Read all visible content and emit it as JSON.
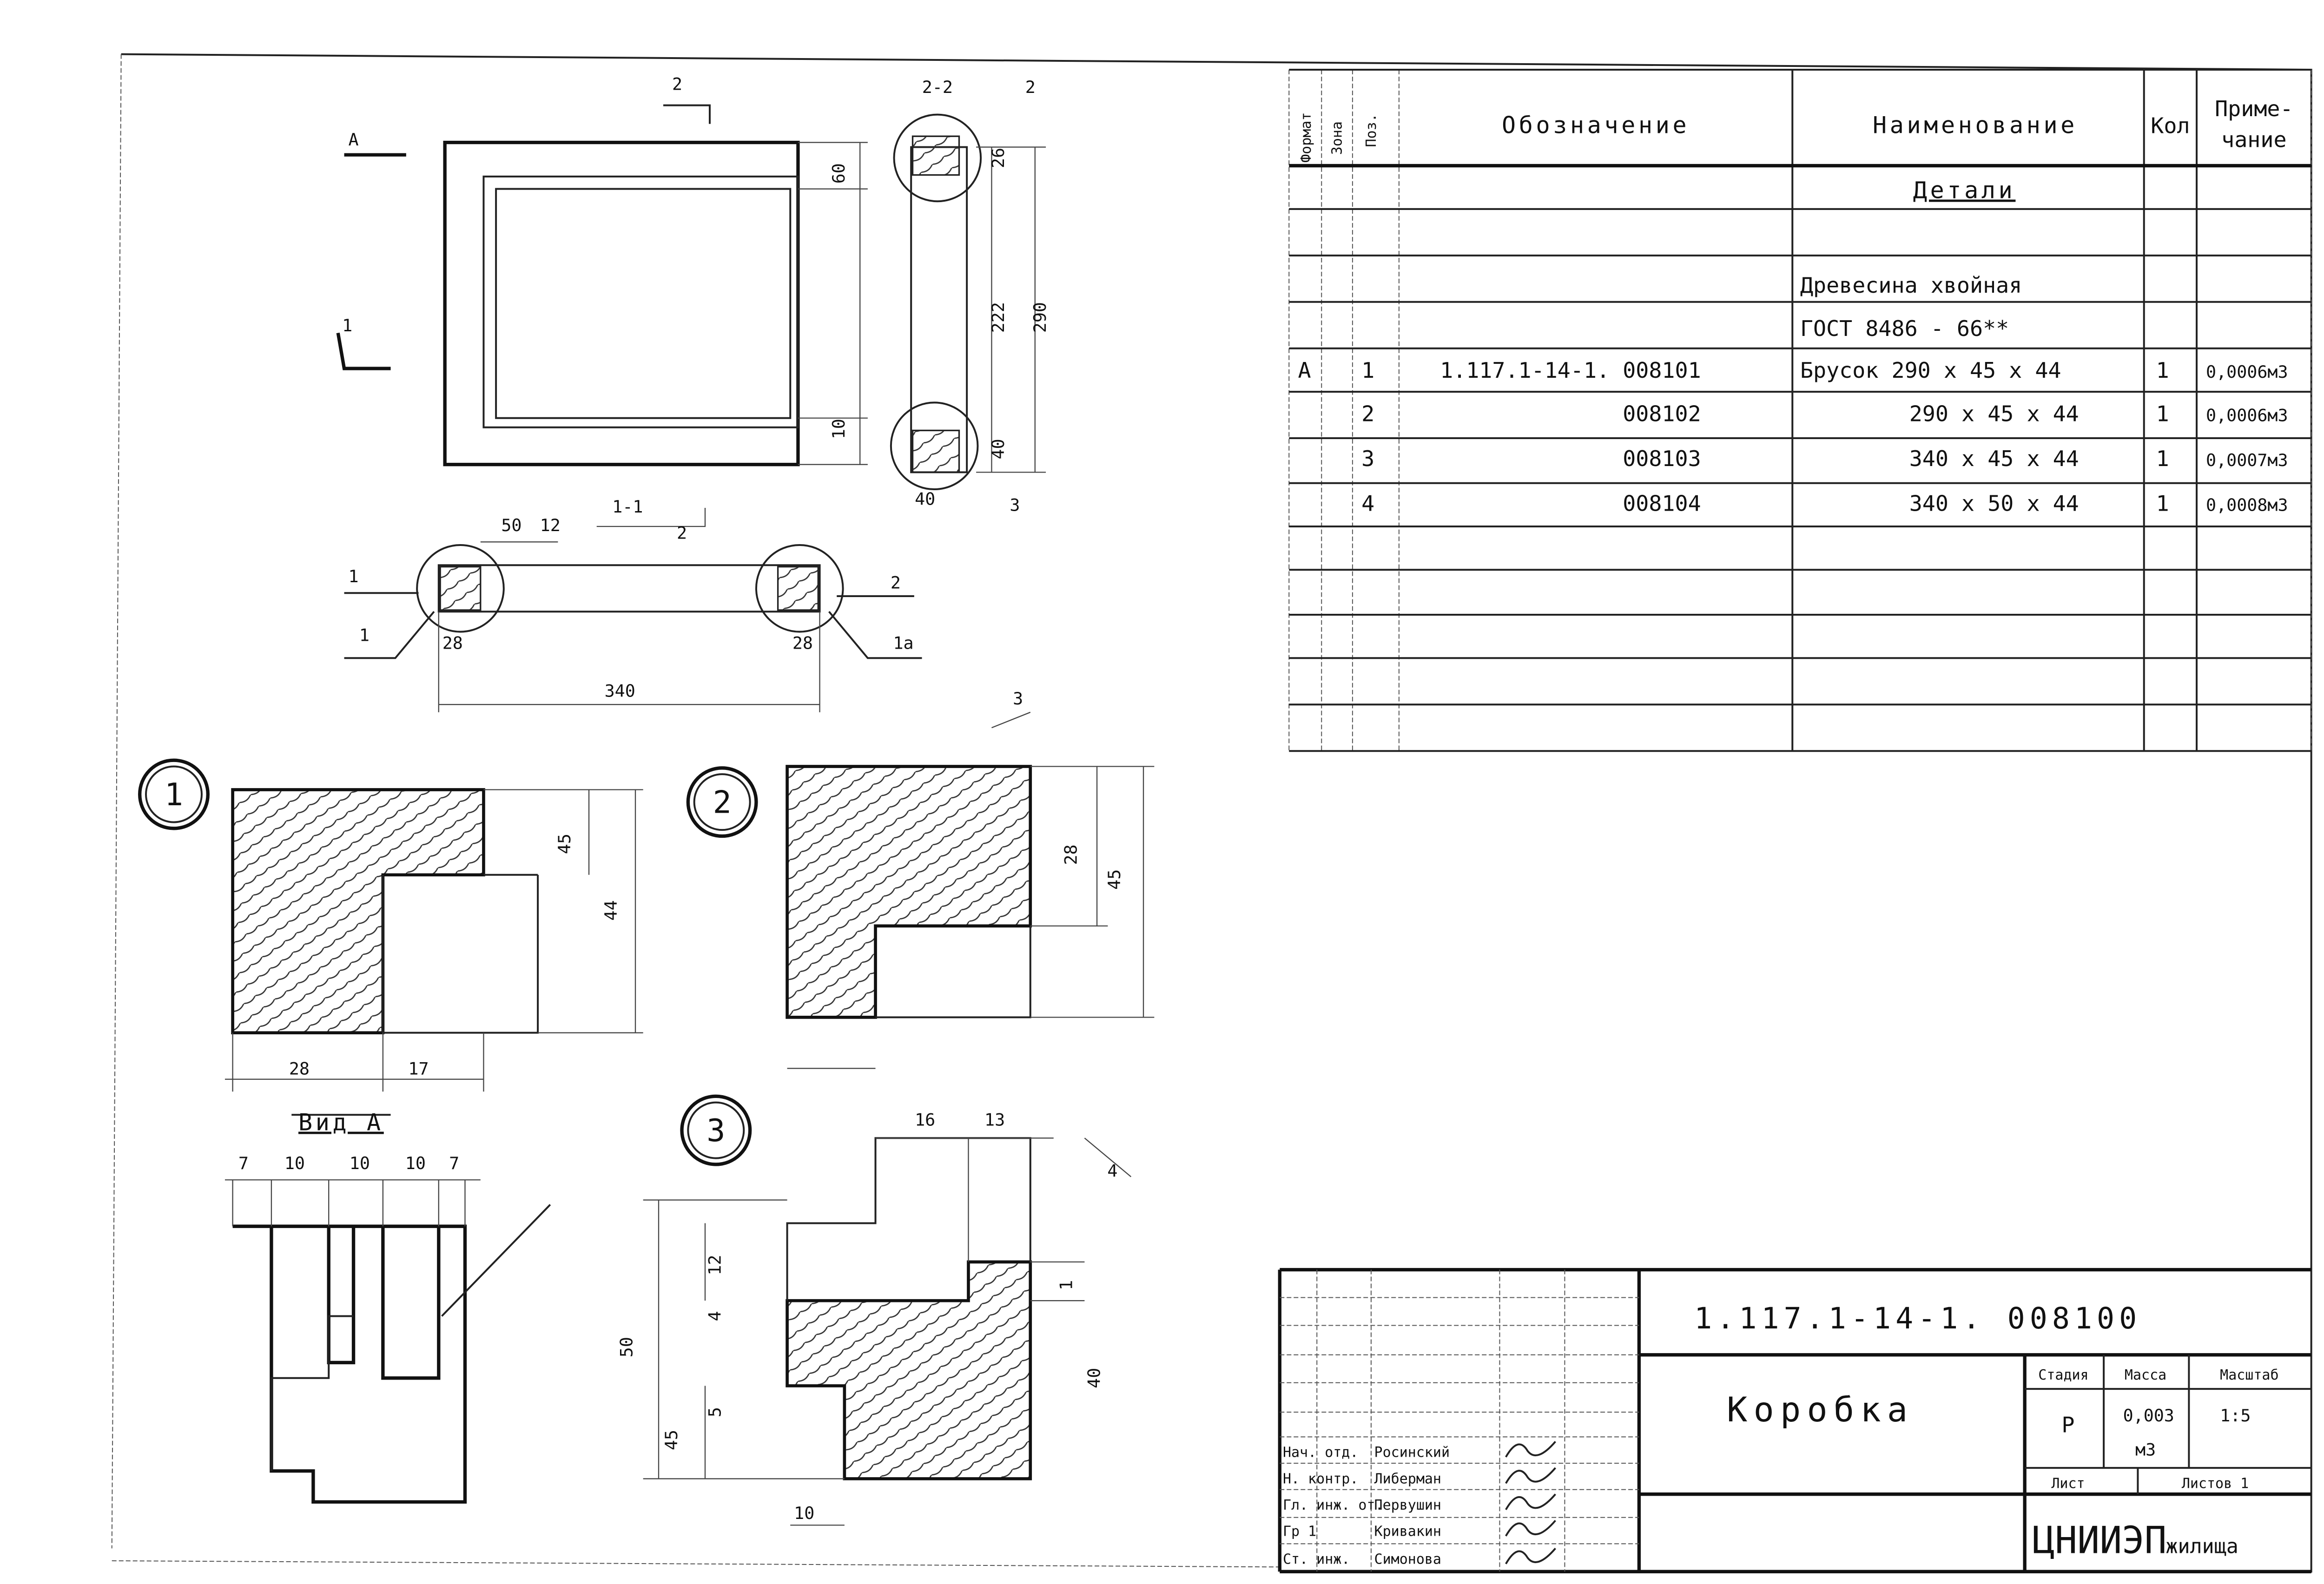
{
  "spec_table": {
    "headers": {
      "format": "Формат",
      "zone": "Зона",
      "pos": "Поз.",
      "designation": "Обозначение",
      "name": "Наименование",
      "qty": "Кол",
      "note_1": "Приме-",
      "note_2": "чание"
    },
    "section_title": "Детали",
    "material_1": "Древесина хвойная",
    "material_2": "ГОСТ 8486 - 66**",
    "rows": [
      {
        "format": "А",
        "pos": "1",
        "designation": "1.117.1-14-1. 008101",
        "name": "Брусок  290 x 45 x 44",
        "qty": "1",
        "note": "0,0006м3"
      },
      {
        "format": "",
        "pos": "2",
        "designation": "008102",
        "name": "290 x 45 x 44",
        "qty": "1",
        "note": "0,0006м3"
      },
      {
        "format": "",
        "pos": "3",
        "designation": "008103",
        "name": "340 x 45 x 44",
        "qty": "1",
        "note": "0,0007м3"
      },
      {
        "format": "",
        "pos": "4",
        "designation": "008104",
        "name": "340 x 50 x 44",
        "qty": "1",
        "note": "0,0008м3"
      }
    ]
  },
  "title_block": {
    "document_code": "1.117.1-14-1. 008100",
    "title": "Коробка",
    "stage_label": "Стадия",
    "mass_label": "Масса",
    "scale_label": "Масштаб",
    "stage": "Р",
    "mass": "0,003",
    "mass_unit": "м3",
    "scale": "1:5",
    "sheet_label": "Лист",
    "sheets_label": "Листов 1",
    "organization": "ЦНИИЭП",
    "organization_suffix": "жилища",
    "signatures": [
      {
        "role": "Нач. отд.",
        "name": "Росинский"
      },
      {
        "role": "Н. контр.",
        "name": "Либерман"
      },
      {
        "role": "Гл. инж. от.",
        "name": "Первушин"
      },
      {
        "role": "Гр 1",
        "name": "Кривакин"
      },
      {
        "role": "Ст. инж.",
        "name": "Симонова"
      }
    ]
  },
  "drawing": {
    "view_a_title": "Вид А",
    "detail_callouts": [
      "1",
      "2",
      "3"
    ],
    "labels": [
      "2",
      "А",
      "60",
      "10",
      "2-2",
      "2",
      "26",
      "222",
      "290",
      "40",
      "40",
      "3",
      "1",
      "50",
      "12",
      "1-1",
      "2",
      "1",
      "1",
      "28",
      "28",
      "2",
      "1а",
      "340",
      "45",
      "44",
      "28",
      "17",
      "3",
      "28",
      "45",
      "7",
      "10",
      "10",
      "10",
      "7",
      "16",
      "13",
      "4",
      "12",
      "4",
      "50",
      "1",
      "40",
      "45",
      "5",
      "10"
    ]
  }
}
